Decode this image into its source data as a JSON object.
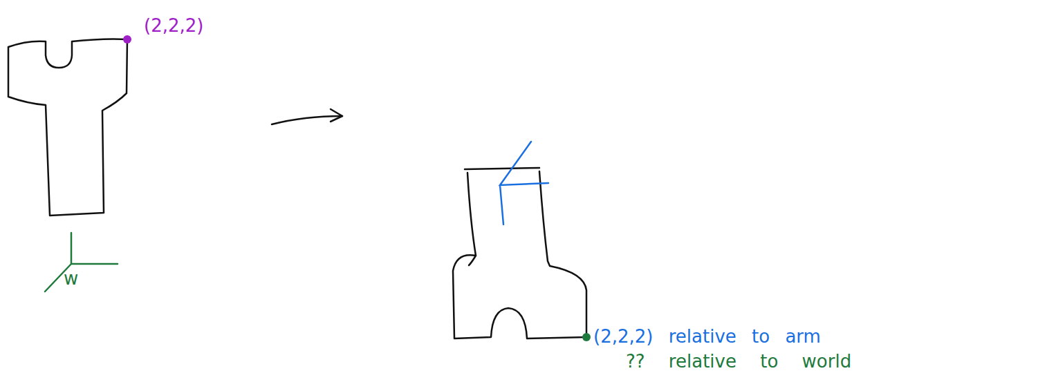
{
  "diagram": {
    "labels": [
      "(2,2,2)",
      "w",
      "(2,2,2) relative to arm",
      "?? relative to world"
    ]
  }
}
